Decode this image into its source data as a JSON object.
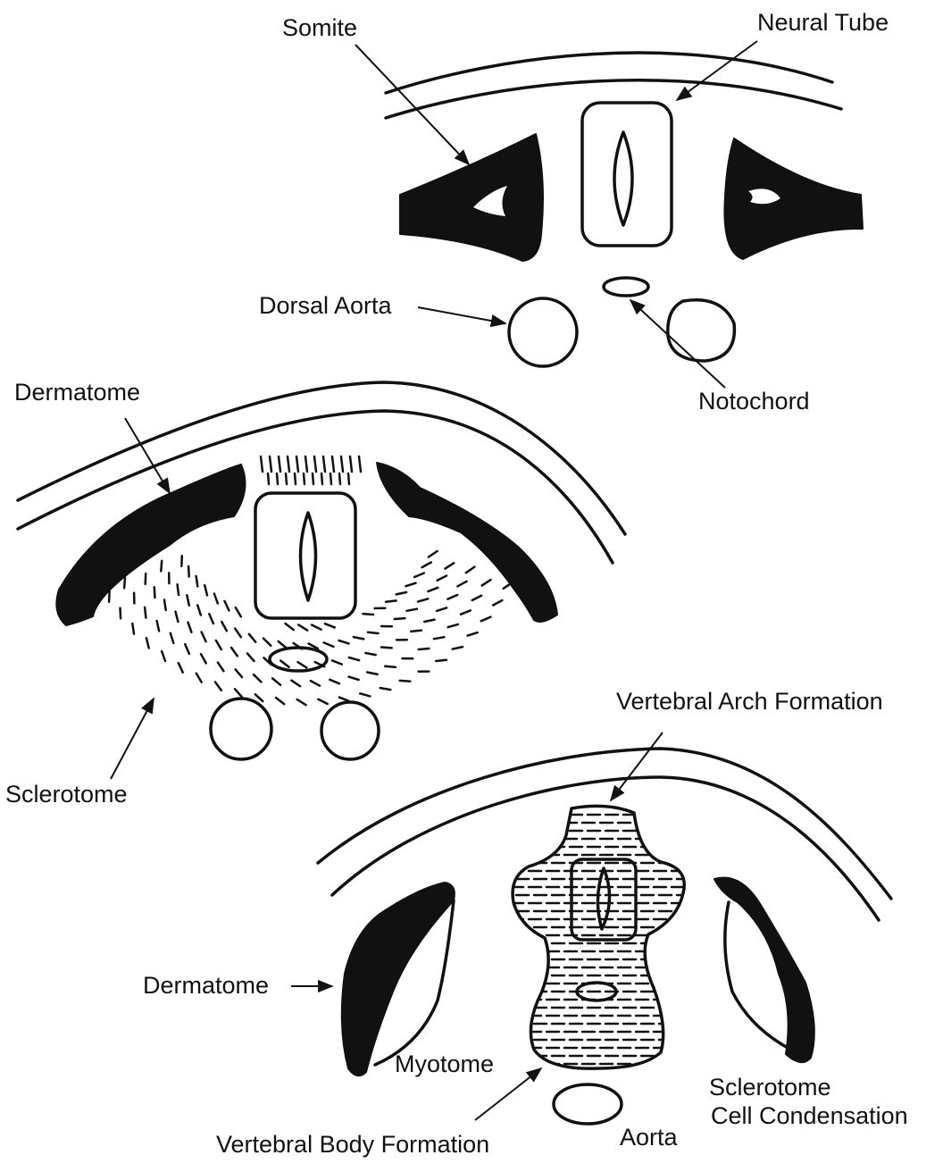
{
  "labels": {
    "somite": "Somite",
    "neural_tube": "Neural Tube",
    "dorsal_aorta": "Dorsal Aorta",
    "notochord": "Notochord",
    "dermatome_1": "Dermatome",
    "sclerotome": "Sclerotome",
    "vertebral_arch": "Vertebral Arch Formation",
    "dermatome_2": "Dermatome",
    "myotome": "Myotome",
    "sclerotome_condensation_1": "Sclerotome",
    "sclerotome_condensation_2": "Cell Condensation",
    "aorta": "Aorta",
    "vertebral_body": "Vertebral Body Formation"
  },
  "colors": {
    "ink": "#111111",
    "background": "#ffffff"
  }
}
